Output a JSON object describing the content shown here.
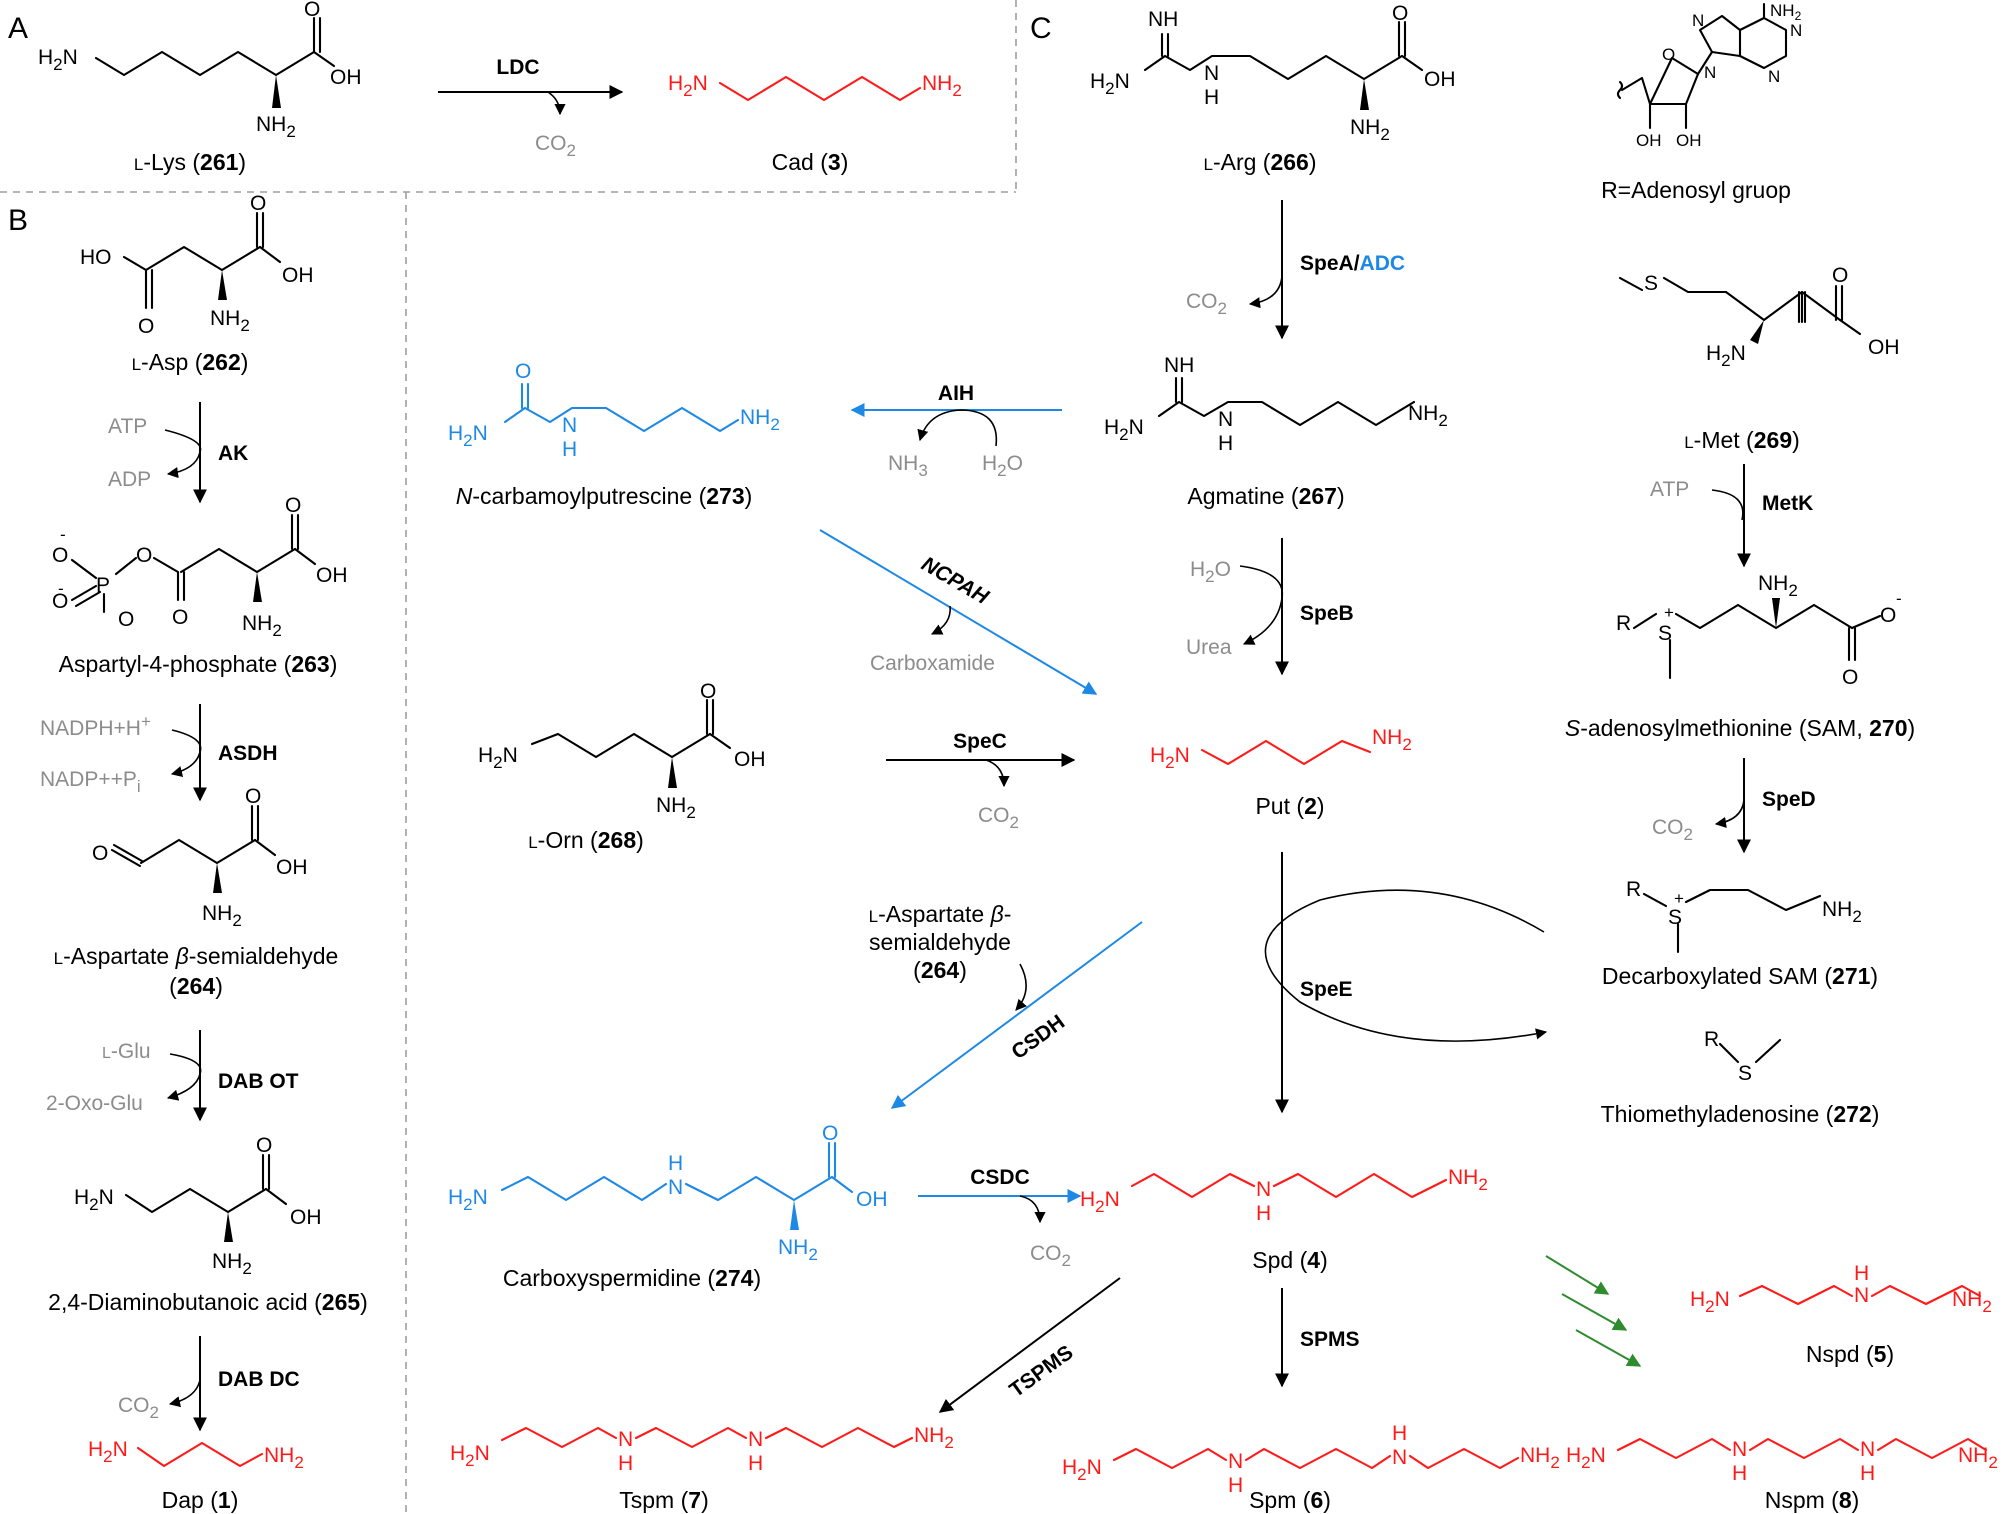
{
  "colors": {
    "product": "#ff1a1a",
    "alternative": "#1e88e5",
    "cofactor": "#8c8c8c",
    "structure": "#000000",
    "green_arrow": "#2e8b2e",
    "divider": "#9e9e9e"
  },
  "panels": {
    "a": "A",
    "b": "B",
    "c": "C"
  },
  "lys": {
    "name_prefix": "L",
    "name_main": "-Lys",
    "num": "261",
    "nh2": "NH",
    "h2n": "H",
    "oh": "OH",
    "o": "O"
  },
  "ldc": {
    "enzyme": "LDC",
    "co2": "CO"
  },
  "cad": {
    "name": "Cad",
    "num": "3",
    "h2n": "H",
    "nh2": "NH"
  },
  "asp": {
    "name_prefix": "L",
    "name_main": "-Asp",
    "num": "262",
    "ho": "HO",
    "oh": "OH",
    "o1": "O",
    "o2": "O",
    "nh2": "NH"
  },
  "ak": {
    "enzyme": "AK",
    "in": "ATP",
    "out": "ADP"
  },
  "asp4p": {
    "name": "Aspartyl-4-phosphate",
    "num": "263",
    "p": "P",
    "o_left1": "O",
    "o_left2": "O",
    "o_right": "O",
    "o_bridge": "O",
    "o_carb": "O",
    "o_acid": "O",
    "oh": "OH",
    "nh2": "NH"
  },
  "asdh": {
    "enzyme": "ASDH",
    "in": "NADPH+H",
    "out": "NADP++P"
  },
  "asa": {
    "name_prefix": "L",
    "name_main": "-Aspartate ",
    "beta": "β",
    "name_tail": "-semialdehyde",
    "num": "264",
    "o_ald": "O",
    "o_acid": "O",
    "oh": "OH",
    "nh2": "NH"
  },
  "dabot": {
    "enzyme": "DAB OT",
    "in_prefix": "L",
    "in_main": "-Glu",
    "out": "2-Oxo-Glu"
  },
  "dab": {
    "name": "2,4-Diaminobutanoic acid",
    "num": "265",
    "h2n": "H",
    "o": "O",
    "oh": "OH",
    "nh2": "NH"
  },
  "dabdc": {
    "enzyme": "DAB DC",
    "co2": "CO"
  },
  "dap": {
    "name": "Dap",
    "num": "1",
    "h2n": "H",
    "nh2": "NH"
  },
  "arg": {
    "name_prefix": "L",
    "name_main": "-Arg",
    "num": "266",
    "nh": "NH",
    "h2n": "H",
    "n": "N",
    "h": "H",
    "o": "O",
    "oh": "OH",
    "nh2": "NH"
  },
  "adenosyl": {
    "caption": "R=Adenosyl gruop",
    "nh2": "NH",
    "n1": "N",
    "n2": "N",
    "n3": "N",
    "n4": "N",
    "o": "O",
    "oh1": "OH",
    "oh2": "OH"
  },
  "spea": {
    "enzyme_a": "SpeA",
    "slash": "/",
    "enzyme_b": "ADC",
    "co2": "CO"
  },
  "agm": {
    "name": "Agmatine",
    "num": "267",
    "nh": "NH",
    "h2n": "H",
    "n": "N",
    "h": "H",
    "nh2": "NH"
  },
  "aih": {
    "enzyme": "AIH",
    "nh3": "NH",
    "h2o": "H"
  },
  "ncp": {
    "name_italic": "N",
    "name_main": "-carbamoylputrescine",
    "num": "273",
    "o": "O",
    "h2n": "H",
    "n": "N",
    "h": "H",
    "nh2": "NH"
  },
  "ncpah": {
    "enzyme": "NCPAH",
    "byproduct": "Carboxamide"
  },
  "met": {
    "name_prefix": "L",
    "name_main": "-Met",
    "num": "269",
    "s": "S",
    "o": "O",
    "oh": "OH",
    "h2n": "H"
  },
  "metk": {
    "enzyme": "MetK",
    "in": "ATP"
  },
  "sam": {
    "name_italic": "S",
    "name_main": "-adenosylmethionine (SAM, ",
    "num": "270",
    "name_end": ")",
    "r": "R",
    "s": "S",
    "plus": "+",
    "nh2": "NH",
    "o": "O",
    "o_minus": "O",
    "minus": "-"
  },
  "sped": {
    "enzyme": "SpeD",
    "co2": "CO"
  },
  "dcsam": {
    "name": "Decarboxylated SAM",
    "num": "271",
    "r": "R",
    "s": "S",
    "plus": "+",
    "nh2": "NH"
  },
  "mta": {
    "name": "Thiomethyladenosine",
    "num": "272",
    "r": "R",
    "s": "S"
  },
  "spec": {
    "enzyme": "SpeC",
    "co2": "CO"
  },
  "orn": {
    "name_prefix": "L",
    "name_main": "-Orn",
    "num": "268",
    "h2n": "H",
    "o": "O",
    "oh": "OH",
    "nh2": "NH"
  },
  "speb": {
    "enzyme": "SpeB",
    "in": "H",
    "out": "Urea"
  },
  "put": {
    "name": "Put",
    "num": "2",
    "h2n": "H",
    "nh2": "NH"
  },
  "spee": {
    "enzyme": "SpeE"
  },
  "csdh": {
    "enzyme": "CSDH",
    "substrate_prefix": "L",
    "substrate_line1": "-Aspartate ",
    "beta": "β",
    "substrate_line1_end": "-",
    "substrate_line2": "semialdehyde",
    "substrate_num": "264"
  },
  "cspd": {
    "name": "Carboxyspermidine",
    "num": "274",
    "h2n": "H",
    "n": "N",
    "h": "H",
    "o": "O",
    "oh": "OH",
    "nh2": "NH"
  },
  "csdc": {
    "enzyme": "CSDC",
    "co2": "CO"
  },
  "spd": {
    "name": "Spd",
    "num": "4",
    "h2n": "H",
    "n": "N",
    "h": "H",
    "nh2": "NH"
  },
  "nspd": {
    "name": "Nspd",
    "num": "5",
    "h2n": "H",
    "n": "N",
    "h": "H",
    "nh2": "NH"
  },
  "tspms": {
    "enzyme": "TSPMS"
  },
  "spms": {
    "enzyme": "SPMS"
  },
  "tspm": {
    "name": "Tspm",
    "num": "7",
    "h2n": "H",
    "n1": "N",
    "h1": "H",
    "n2": "N",
    "h2": "H",
    "nh2": "NH"
  },
  "spm": {
    "name": "Spm",
    "num": "6",
    "h2n": "H",
    "n1": "N",
    "h1": "H",
    "n2": "N",
    "h2": "H",
    "nh2": "NH"
  },
  "nspm": {
    "name": "Nspm",
    "num": "8",
    "h2n": "H",
    "n1": "N",
    "h1": "H",
    "n2": "N",
    "h2": "H",
    "nh2": "NH"
  }
}
